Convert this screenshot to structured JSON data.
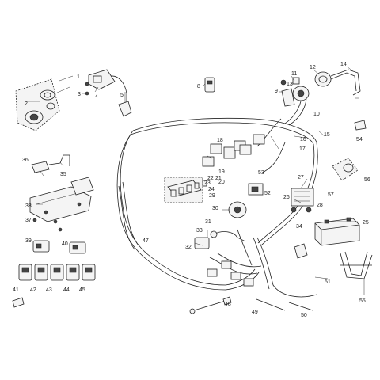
{
  "diagram": {
    "callouts": [
      "1",
      "2",
      "3",
      "4",
      "5",
      "8",
      "9",
      "10",
      "11",
      "12",
      "13",
      "14",
      "15",
      "16",
      "17",
      "18",
      "19",
      "20",
      "21",
      "22",
      "23",
      "24",
      "25",
      "26",
      "27",
      "28",
      "29",
      "30",
      "31",
      "32",
      "33",
      "34",
      "35",
      "36",
      "37",
      "38",
      "39",
      "40",
      "41",
      "42",
      "43",
      "44",
      "45",
      "47",
      "48",
      "49",
      "50",
      "51",
      "52",
      "53",
      "54",
      "55",
      "56",
      "57"
    ]
  }
}
